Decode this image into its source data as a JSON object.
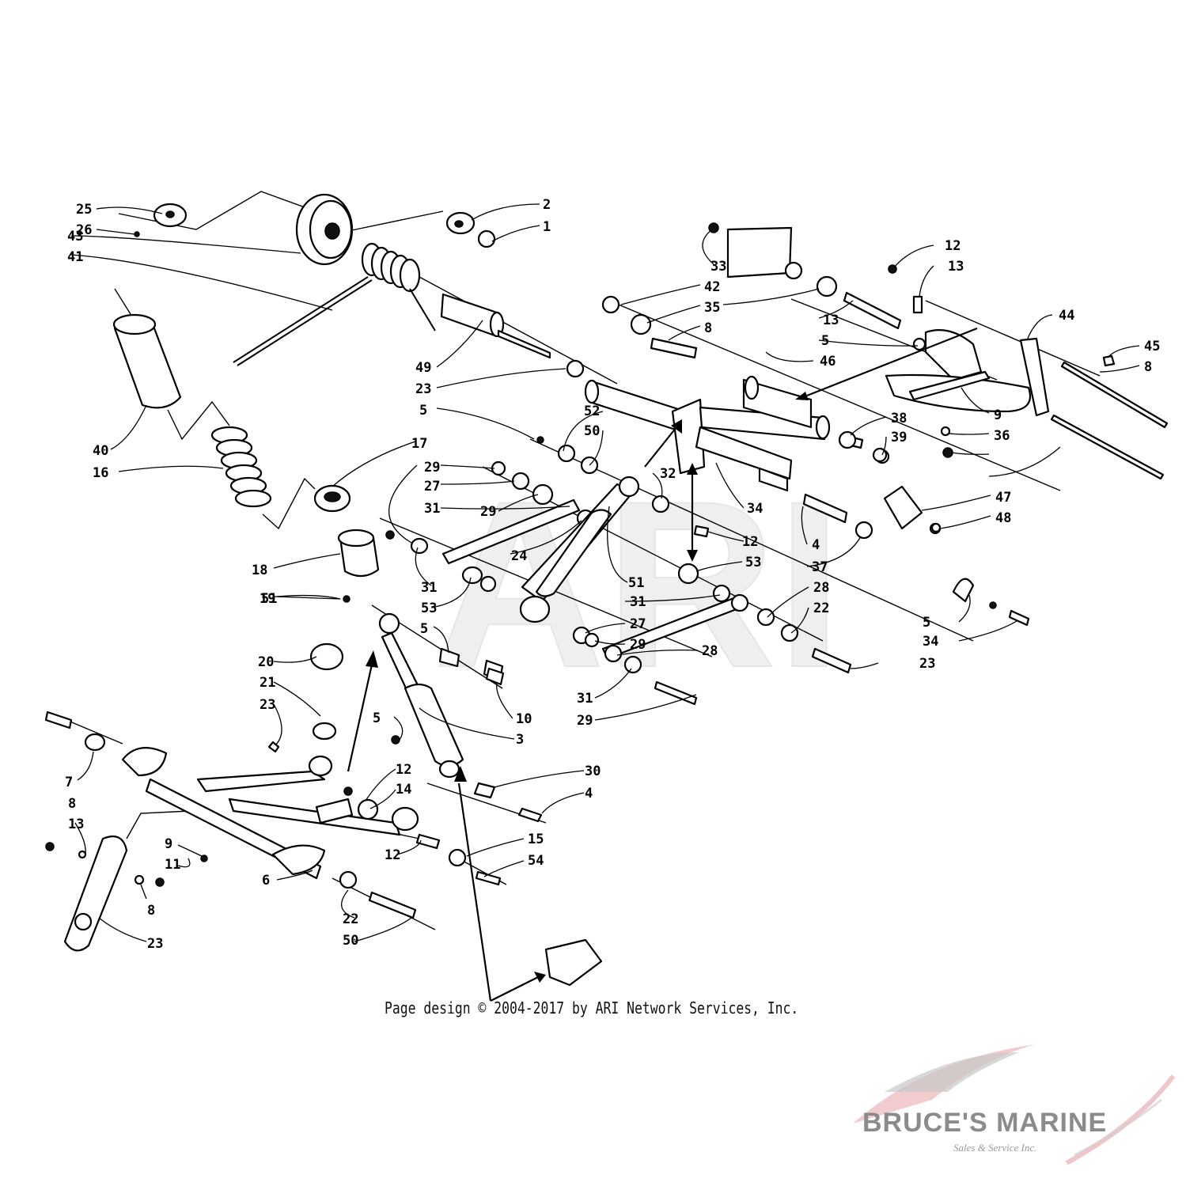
{
  "diagram": {
    "watermark_letters": "ARI",
    "callouts": [
      "25",
      "26",
      "43",
      "41",
      "2",
      "1",
      "40",
      "16",
      "49",
      "23",
      "5",
      "17",
      "18",
      "19",
      "20",
      "21",
      "23",
      "7",
      "8",
      "13",
      "9",
      "11",
      "6",
      "8",
      "23",
      "22",
      "50",
      "5",
      "12",
      "14",
      "12",
      "15",
      "54",
      "30",
      "4",
      "10",
      "3",
      "5",
      "51",
      "52",
      "50",
      "29",
      "27",
      "31",
      "29",
      "31",
      "53",
      "24",
      "51",
      "32",
      "53",
      "31",
      "27",
      "29",
      "28",
      "31",
      "29",
      "28",
      "22",
      "23",
      "4",
      "37",
      "12",
      "34",
      "38",
      "39",
      "47",
      "48",
      "5",
      "34",
      "12",
      "42",
      "35",
      "8",
      "13",
      "5",
      "46",
      "33",
      "13",
      "44",
      "45",
      "8",
      "9",
      "36"
    ]
  },
  "copyright": "Page design © 2004-2017 by ARI Network Services, Inc.",
  "watermark": {
    "name": "BRUCE'S MARINE",
    "tagline": "Sales & Service Inc.",
    "colors": {
      "swoosh_red": "#e8a0a6",
      "swoosh_gray": "#c8c8c8",
      "text_gray": "#8b8b8b"
    }
  }
}
